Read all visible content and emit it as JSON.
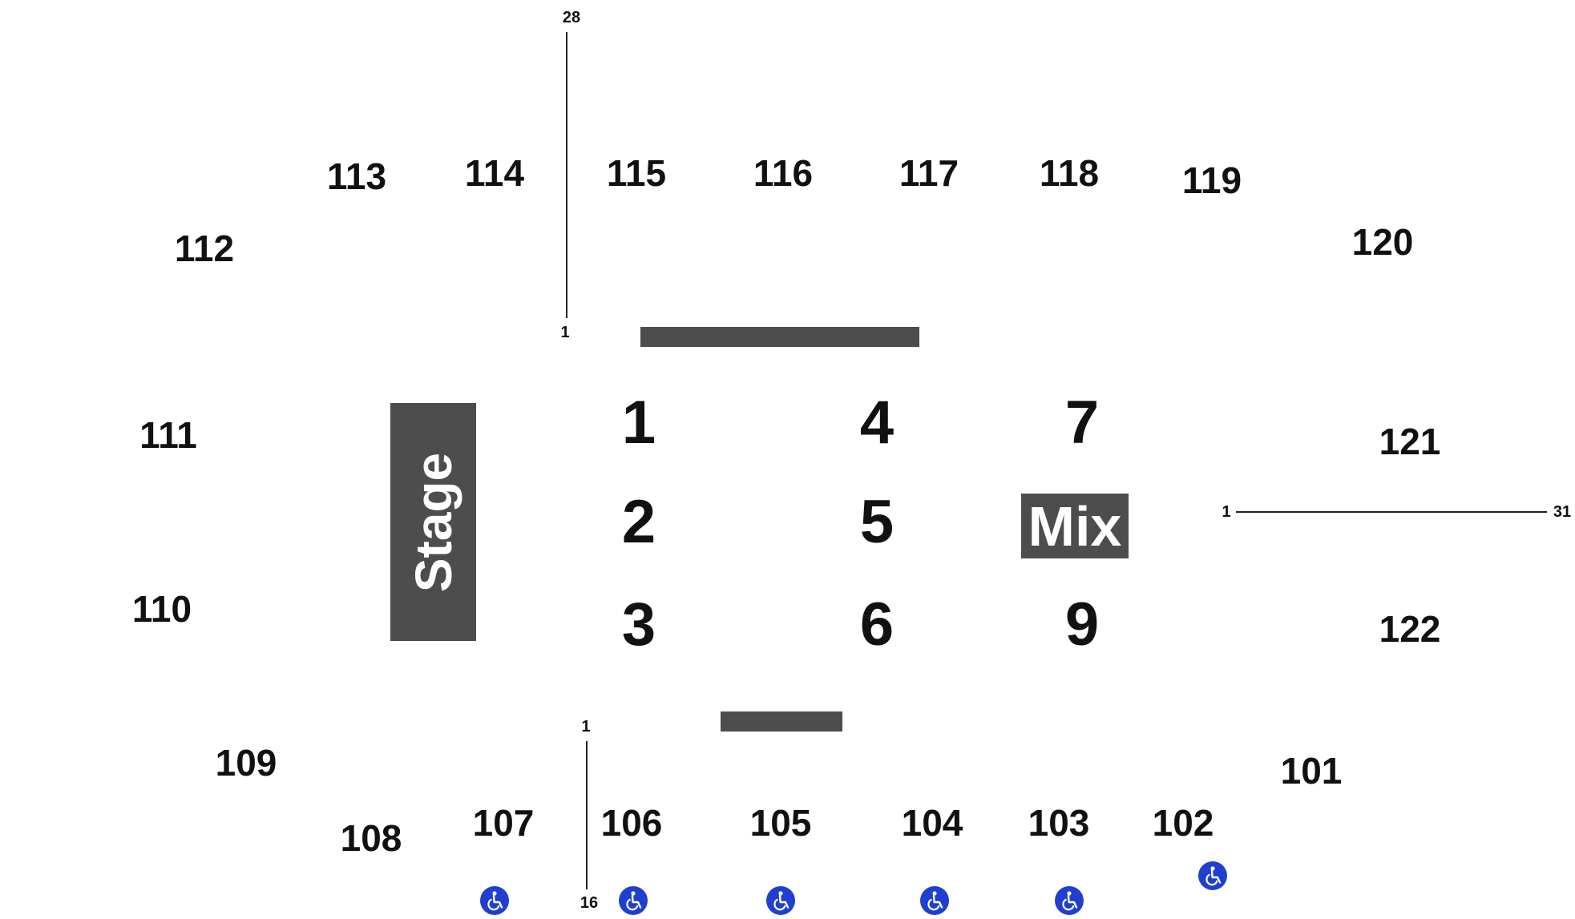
{
  "sections": {
    "s101": "101",
    "s102": "102",
    "s103": "103",
    "s104": "104",
    "s105": "105",
    "s106": "106",
    "s107": "107",
    "s108": "108",
    "s109": "109",
    "s110": "110",
    "s111": "111",
    "s112": "112",
    "s113": "113",
    "s114": "114",
    "s115": "115",
    "s116": "116",
    "s117": "117",
    "s118": "118",
    "s119": "119",
    "s120": "120",
    "s121": "121",
    "s122": "122"
  },
  "floor_sections": {
    "f1": "1",
    "f2": "2",
    "f3": "3",
    "f4": "4",
    "f5": "5",
    "f6": "6",
    "f7": "7",
    "f9": "9"
  },
  "stage_label": "Stage",
  "mix_label": "Mix",
  "row_markers": {
    "top_line": {
      "start": "1",
      "end": "28"
    },
    "right_line": {
      "start": "1",
      "end": "31"
    },
    "bottom_line": {
      "start": "1",
      "end": "16"
    }
  },
  "icons": {
    "accessible_seating": "wheelchair-icon",
    "color": "#1f3fd0"
  },
  "colors": {
    "block_fill": "#4d4d4d",
    "background": "#ffffff",
    "text": "#111111"
  }
}
